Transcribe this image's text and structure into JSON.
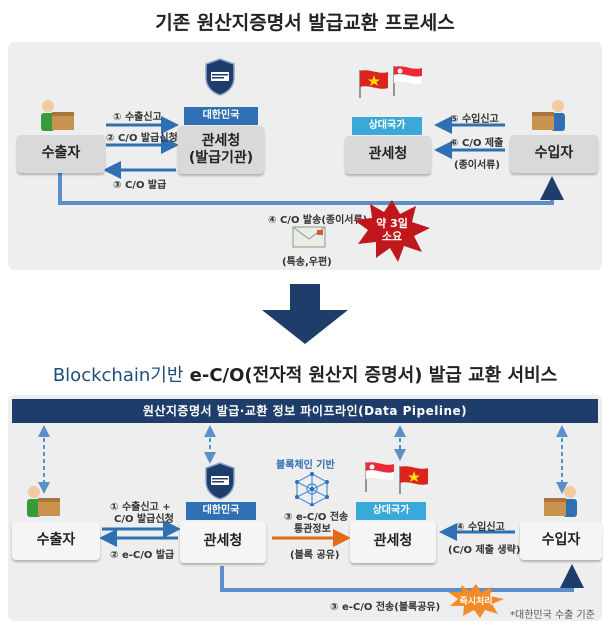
{
  "top": {
    "title": "기존 원산지증명서 발급교환 프로세스",
    "exporter": "수출자",
    "customs_kr_tag": "대한민국",
    "customs_kr_line1": "관세청",
    "customs_kr_line2": "(발급기관)",
    "partner_tag": "상대국가",
    "customs_partner": "관세청",
    "importer": "수입자",
    "step1": "① 수출신고",
    "step2": "② C/O 발급신청",
    "step3": "③ C/O 발급",
    "step4": "④ C/O 발송(종이서류)",
    "step4_sub": "(특송,우편)",
    "step5": "⑤ 수입신고",
    "step6": "⑥ C/O 제출",
    "step6_sub": "(종이서류)",
    "burst_line1": "약 3일",
    "burst_line2": "소요"
  },
  "bottom": {
    "title_prefix": "Blockchain기반",
    "title_rest": " e-C/O(전자적 원산지 증명서) 발급 교환 서비스",
    "pipeline": "원산지증명서 발급·교환 정보 파이프라인(Data Pipeline)",
    "exporter": "수출자",
    "customs_kr_tag": "대한민국",
    "customs_kr": "관세청",
    "partner_tag": "상대국가",
    "customs_partner": "관세청",
    "importer": "수입자",
    "blockchain_label": "블록체인 기반",
    "step1_line1": "① 수출신고 +",
    "step1_line2": "C/O 발급신청",
    "step2": "② e-C/O 발급",
    "step3_line1": "③ e-C/O 전송",
    "step3_line2": "통관정보",
    "step3_sub": "(블록 공유)",
    "step4": "④ 수입신고",
    "step4_sub": "(C/O 제출 생략)",
    "step5": "③ e-C/O 전송(블록공유)",
    "burst": "즉시처리",
    "footnote": "*대한민국 수출 기준"
  },
  "colors": {
    "navy": "#1e3d6b",
    "blue_tag": "#2f6fb3",
    "cyan_tag": "#3aa9d9",
    "burst_red": "#c0171c",
    "burst_orange": "#f28c28",
    "arrow_light": "#5b8fc7"
  },
  "icons": [
    "person-with-box-icon",
    "customs-badge-icon",
    "vietnam-flag-icon",
    "singapore-flag-icon",
    "envelope-icon",
    "blockchain-network-icon",
    "down-arrow-icon"
  ]
}
